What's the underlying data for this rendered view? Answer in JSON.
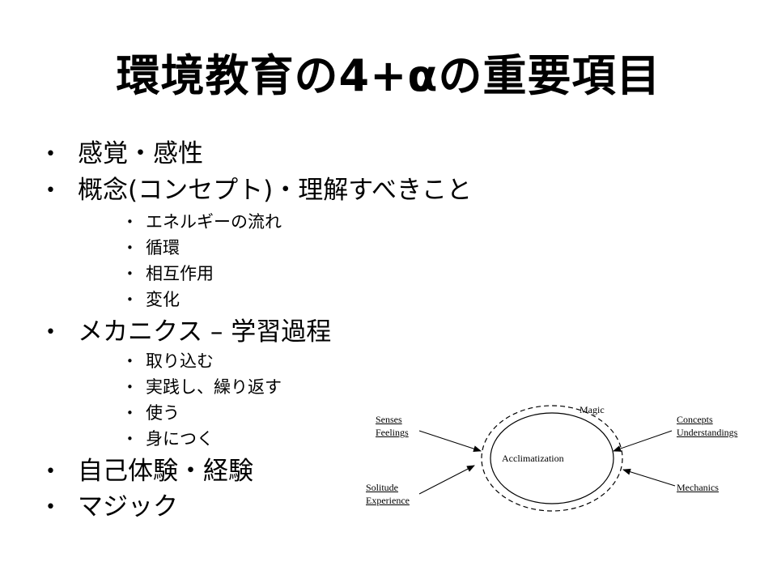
{
  "slide": {
    "title": "環境教育の4+αの重要項目",
    "bullets": [
      {
        "text": "感覚・感性",
        "sub": []
      },
      {
        "text": "概念(コンセプト)・理解すべきこと",
        "sub": [
          "エネルギーの流れ",
          "循環",
          "相互作用",
          "変化"
        ]
      },
      {
        "text": "メカニクス – 学習過程",
        "sub": [
          "取り込む",
          "実践し、繰り返す",
          "使う",
          "身につく"
        ]
      },
      {
        "text": "自己体験・経験",
        "sub": []
      },
      {
        "text": "マジック",
        "sub": []
      }
    ],
    "bullet_symbol": "•"
  },
  "diagram": {
    "center": "Acclimatization",
    "magic": "Magic",
    "senses": [
      "Senses",
      "Feelings"
    ],
    "concepts": [
      "Concepts",
      "Understandings"
    ],
    "solitude": [
      "Solitude",
      "Experience"
    ],
    "mechanics": "Mechanics"
  }
}
